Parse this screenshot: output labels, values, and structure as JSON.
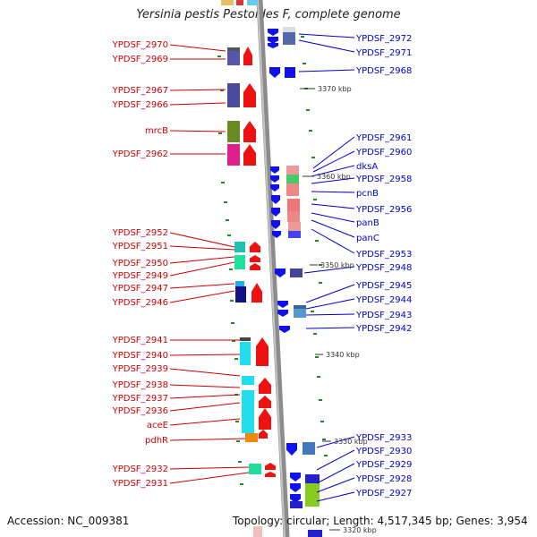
{
  "title": "Yersinia pestis Pestoides F, complete genome",
  "footer": {
    "accession": "Accession: NC_009381",
    "info": "Topology: circular; Length: 4,517,345 bp; Genes: 3,954"
  },
  "colors": {
    "backbone": "#8c8c8c",
    "left_label": "#cc0000",
    "right_label": "#0000cc",
    "forward_arrow": "#ee1111",
    "reverse_arrow": "#1111ee",
    "tick": "#228822"
  },
  "coordinate_labels": [
    {
      "id": "k3370",
      "text": "3370 kbp"
    },
    {
      "id": "k3360",
      "text": "3360 kbp"
    },
    {
      "id": "k3350",
      "text": "3350 kbp"
    },
    {
      "id": "k3340",
      "text": "3340 kbp"
    },
    {
      "id": "k3330",
      "text": "3330 kbp"
    },
    {
      "id": "k3320",
      "text": "3320 kbp"
    }
  ],
  "left_labels": [
    {
      "id": "l2970",
      "text": "YPDSF_2970"
    },
    {
      "id": "l2969",
      "text": "YPDSF_2969"
    },
    {
      "id": "l2967",
      "text": "YPDSF_2967"
    },
    {
      "id": "l2966",
      "text": "YPDSF_2966"
    },
    {
      "id": "lmrcB",
      "text": "mrcB"
    },
    {
      "id": "l2962",
      "text": "YPDSF_2962"
    },
    {
      "id": "l2952",
      "text": "YPDSF_2952"
    },
    {
      "id": "l2951",
      "text": "YPDSF_2951"
    },
    {
      "id": "l2950",
      "text": "YPDSF_2950"
    },
    {
      "id": "l2949",
      "text": "YPDSF_2949"
    },
    {
      "id": "l2947",
      "text": "YPDSF_2947"
    },
    {
      "id": "l2946",
      "text": "YPDSF_2946"
    },
    {
      "id": "l2941",
      "text": "YPDSF_2941"
    },
    {
      "id": "l2940",
      "text": "YPDSF_2940"
    },
    {
      "id": "l2939",
      "text": "YPDSF_2939"
    },
    {
      "id": "l2938",
      "text": "YPDSF_2938"
    },
    {
      "id": "l2937",
      "text": "YPDSF_2937"
    },
    {
      "id": "l2936",
      "text": "YPDSF_2936"
    },
    {
      "id": "laceE",
      "text": "aceE"
    },
    {
      "id": "lpdhR",
      "text": "pdhR"
    },
    {
      "id": "l2932",
      "text": "YPDSF_2932"
    },
    {
      "id": "l2931",
      "text": "YPDSF_2931"
    }
  ],
  "right_labels": [
    {
      "id": "r2972",
      "text": "YPDSF_2972"
    },
    {
      "id": "r2971",
      "text": "YPDSF_2971"
    },
    {
      "id": "r2968",
      "text": "YPDSF_2968"
    },
    {
      "id": "r2961",
      "text": "YPDSF_2961"
    },
    {
      "id": "r2960",
      "text": "YPDSF_2960"
    },
    {
      "id": "rdksA",
      "text": "dksA"
    },
    {
      "id": "r2958",
      "text": "YPDSF_2958"
    },
    {
      "id": "rpcnB",
      "text": "pcnB"
    },
    {
      "id": "r2956",
      "text": "YPDSF_2956"
    },
    {
      "id": "rpanB",
      "text": "panB"
    },
    {
      "id": "rpanC",
      "text": "panC"
    },
    {
      "id": "r2953",
      "text": "YPDSF_2953"
    },
    {
      "id": "r2948",
      "text": "YPDSF_2948"
    },
    {
      "id": "r2945",
      "text": "YPDSF_2945"
    },
    {
      "id": "r2944",
      "text": "YPDSF_2944"
    },
    {
      "id": "r2943",
      "text": "YPDSF_2943"
    },
    {
      "id": "r2942",
      "text": "YPDSF_2942"
    },
    {
      "id": "r2933",
      "text": "YPDSF_2933"
    },
    {
      "id": "r2930",
      "text": "YPDSF_2930"
    },
    {
      "id": "r2929",
      "text": "YPDSF_2929"
    },
    {
      "id": "r2928",
      "text": "YPDSF_2928"
    },
    {
      "id": "r2927",
      "text": "YPDSF_2927"
    }
  ]
}
